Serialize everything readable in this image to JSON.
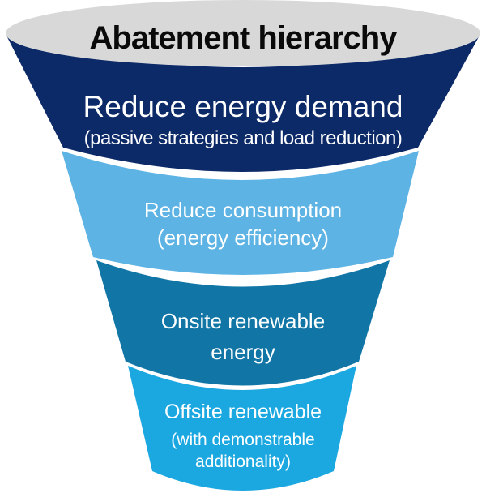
{
  "page": {
    "background_color": "#ffffff"
  },
  "funnel": {
    "top_ellipse": {
      "title": "Abatement hierarchy",
      "color": "#d8d8d8",
      "title_color": "#0a0a0a"
    },
    "text_color": "#ffffff",
    "layers": [
      {
        "id": "reduce-energy-demand",
        "rank": 1,
        "color": "#0d2a68",
        "lines": [
          "Reduce energy demand",
          "(passive strategies and load reduction)"
        ]
      },
      {
        "id": "reduce-consumption",
        "rank": 2,
        "color": "#5db3e4",
        "lines": [
          "Reduce consumption",
          "(energy efficiency)"
        ]
      },
      {
        "id": "onsite-renewable-energy",
        "rank": 3,
        "color": "#1176a6",
        "lines": [
          "Onsite renewable",
          "energy"
        ]
      },
      {
        "id": "offsite-renewable",
        "rank": 4,
        "color": "#1ba7e0",
        "lines": [
          "Offsite renewable",
          "(with demonstrable",
          "additionality)"
        ]
      }
    ]
  }
}
